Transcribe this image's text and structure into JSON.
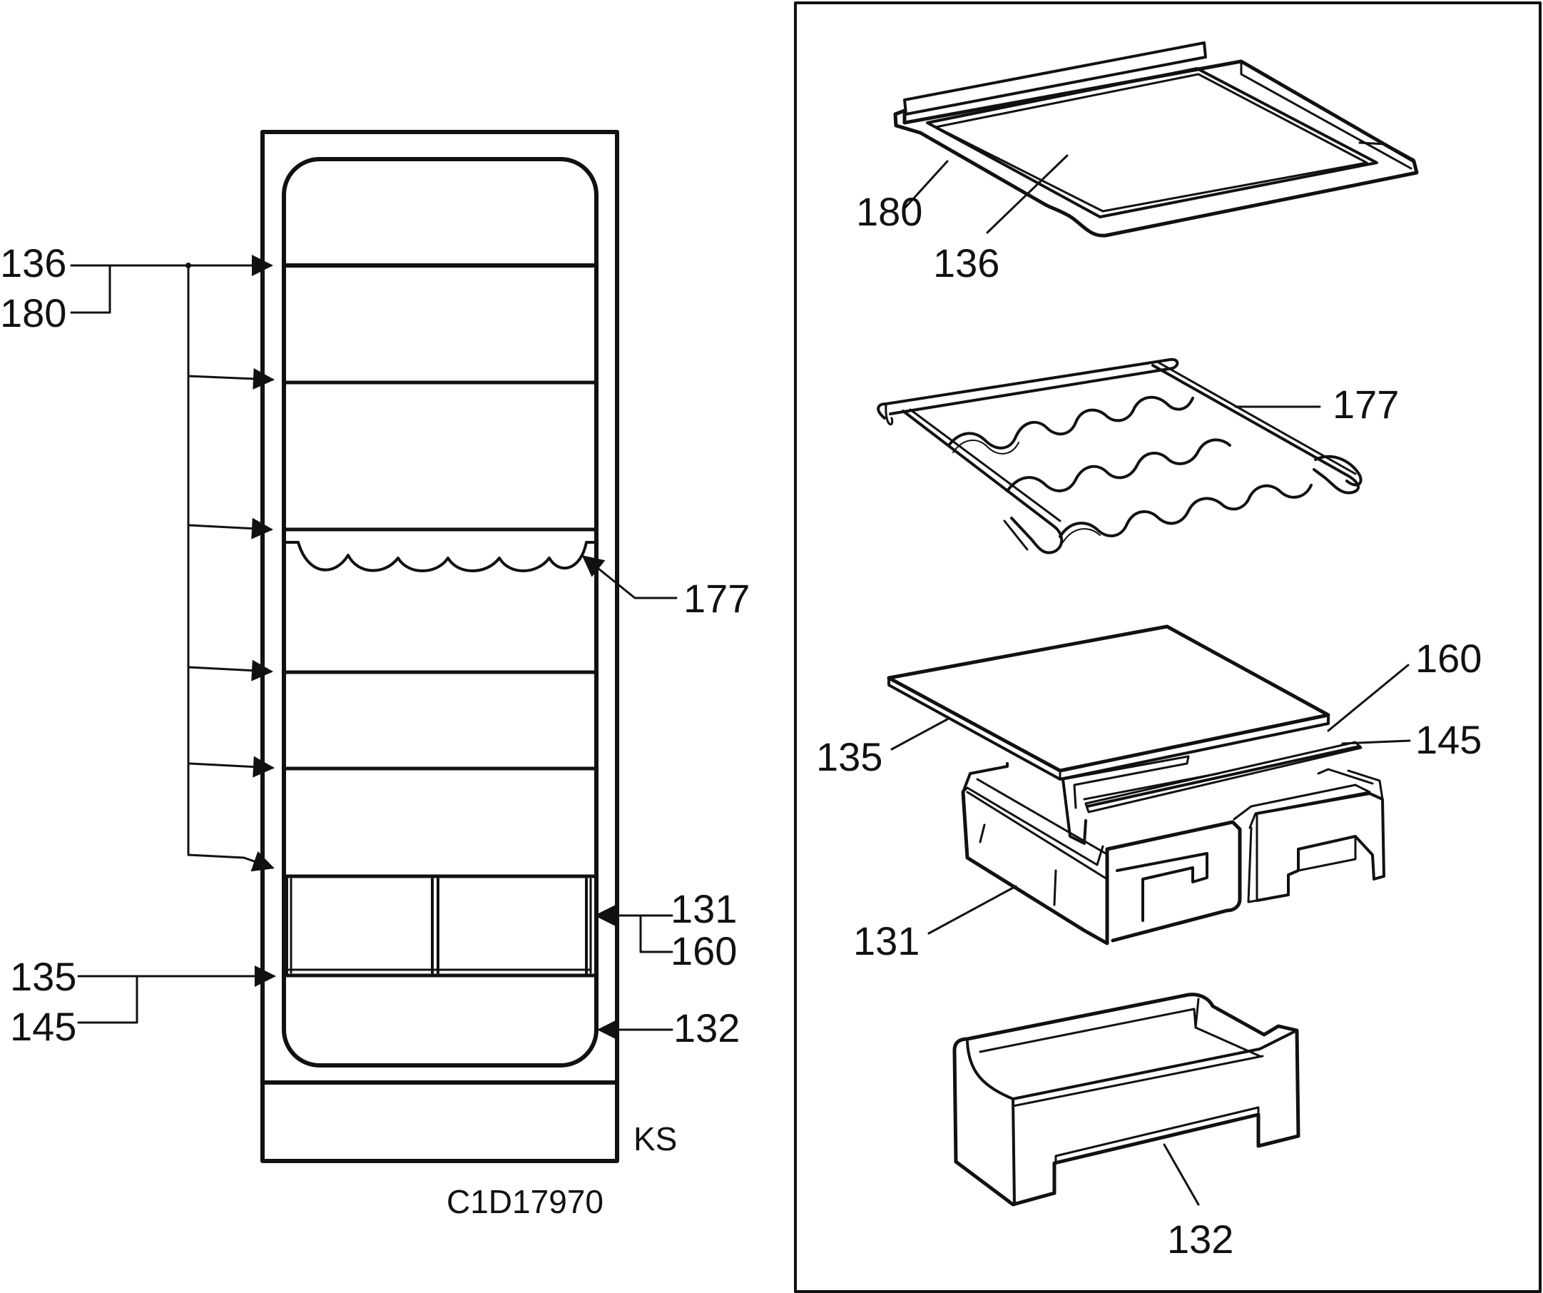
{
  "left_view": {
    "labels": {
      "shelf_136": "136",
      "shelf_180": "180",
      "rack_177": "177",
      "crisper_131": "131",
      "crisper_160": "160",
      "cover_135": "135",
      "cover_145": "145",
      "drawer_132": "132"
    },
    "compartment_code": "KS",
    "drawing_id": "C1D17970"
  },
  "right_view": {
    "labels": {
      "shelf_180": "180",
      "shelf_136": "136",
      "rack_177": "177",
      "cover_160": "160",
      "cover_145": "145",
      "cover_135": "135",
      "crisper_131": "131",
      "drawer_132": "132"
    }
  }
}
